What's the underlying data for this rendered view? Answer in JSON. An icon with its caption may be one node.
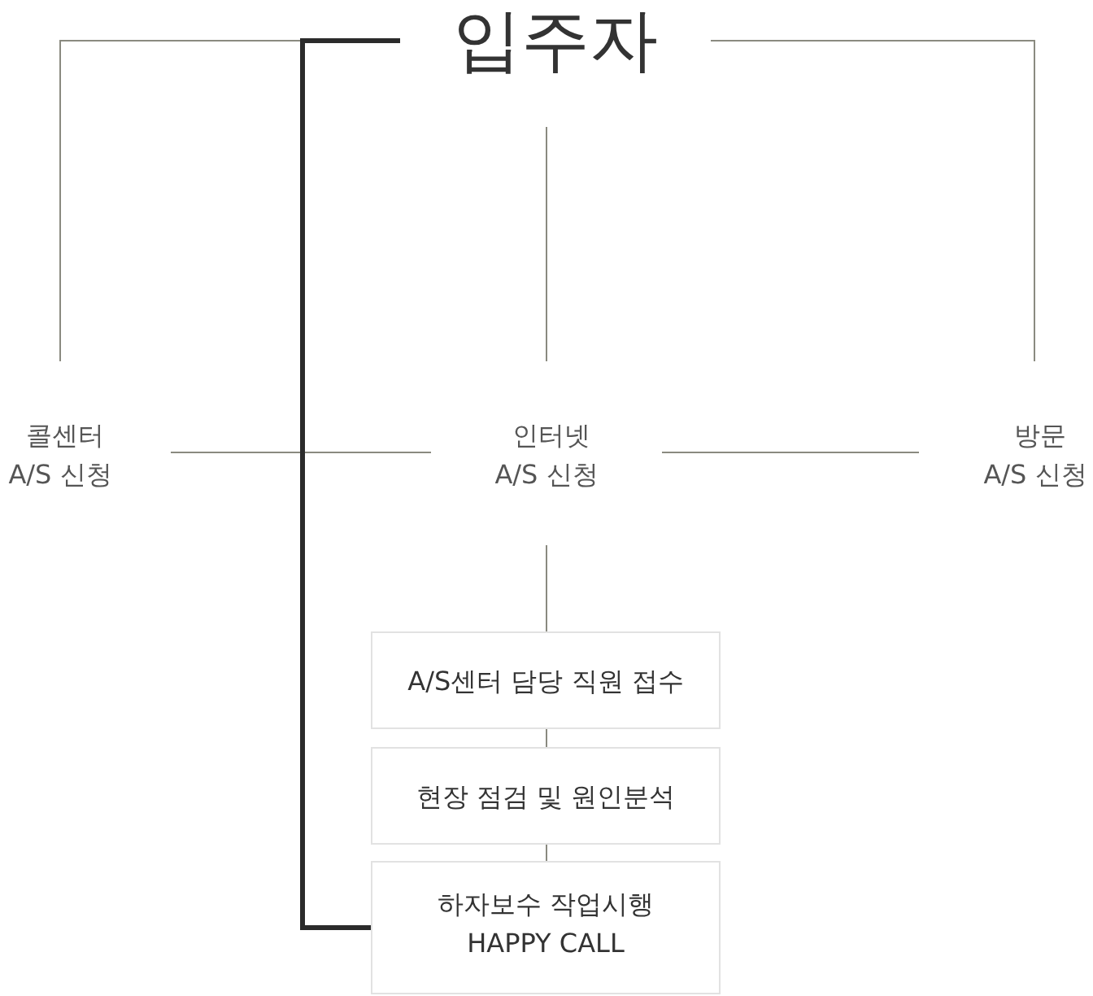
{
  "diagram": {
    "nodes": [
      {
        "text": [
          "입주자"
        ]
      },
      {
        "text": [
          "콜센터 A/S 신청"
        ]
      },
      {
        "text": [
          "인터넷 A/S 신청"
        ]
      },
      {
        "text": [
          "방문 A/S 신청"
        ]
      },
      {
        "text": [
          "A/S센터 담당 직원 접수"
        ]
      },
      {
        "text": [
          "현장 점검 및 원인분석"
        ]
      },
      {
        "text": [
          "하자보수 작업시행",
          "HAPPY CALL"
        ]
      }
    ],
    "edges": [
      {
        "from": 0,
        "to": 1,
        "arrow": "none"
      },
      {
        "from": 0,
        "to": 2,
        "arrow": "none"
      },
      {
        "from": 0,
        "to": 3,
        "arrow": "none"
      },
      {
        "from": 1,
        "to": 2,
        "arrow": "none"
      },
      {
        "from": 2,
        "to": 3,
        "arrow": "none"
      },
      {
        "from": 2,
        "to": 4,
        "arrow": "none"
      },
      {
        "from": 4,
        "to": 5,
        "arrow": "none"
      },
      {
        "from": 5,
        "to": 6,
        "arrow": "none"
      },
      {
        "from": 0,
        "to": 6,
        "arrow": "none",
        "style": "thick",
        "color": "#2b2b2b"
      }
    ]
  }
}
